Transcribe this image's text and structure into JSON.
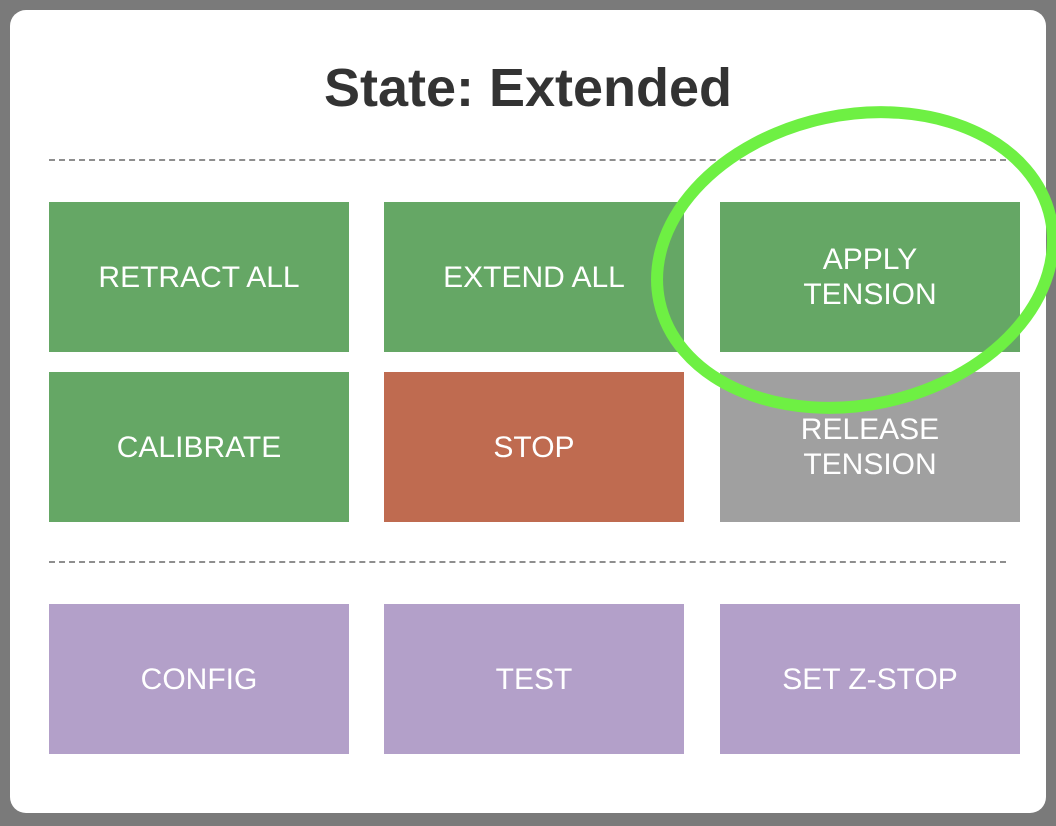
{
  "header": {
    "title": "State: Extended"
  },
  "action_buttons": [
    {
      "label": "RETRACT ALL",
      "color": "#65a765"
    },
    {
      "label": "EXTEND ALL",
      "color": "#65a765"
    },
    {
      "label": "APPLY TENSION",
      "color": "#65a765"
    },
    {
      "label": "CALIBRATE",
      "color": "#65a765"
    },
    {
      "label": "STOP",
      "color": "#bf6b50"
    },
    {
      "label": "RELEASE TENSION",
      "color": "#a0a0a0"
    }
  ],
  "utility_buttons": [
    {
      "label": "CONFIG",
      "color": "#b3a0c9"
    },
    {
      "label": "TEST",
      "color": "#b3a0c9"
    },
    {
      "label": "SET Z-STOP",
      "color": "#b3a0c9"
    }
  ],
  "annotation": {
    "ring_color": "#6ef043"
  }
}
